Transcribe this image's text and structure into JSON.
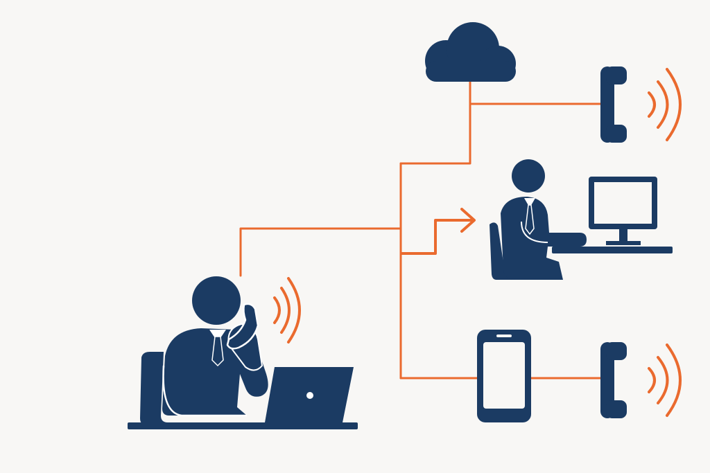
{
  "diagram": {
    "description_text": "",
    "colors": {
      "background": "#f8f7f5",
      "navy": "#1b3b63",
      "orange": "#ea6a2e",
      "white": "#ffffff"
    },
    "nodes": [
      {
        "id": "caller",
        "icon": "businessman-on-phone-at-laptop-icon"
      },
      {
        "id": "cloud",
        "icon": "cloud-icon"
      },
      {
        "id": "desk-phone-top",
        "icon": "phone-handset-ringing-icon"
      },
      {
        "id": "agent",
        "icon": "person-at-computer-icon"
      },
      {
        "id": "mobile",
        "icon": "smartphone-icon"
      },
      {
        "id": "desk-phone-bottom",
        "icon": "phone-handset-ringing-icon"
      }
    ],
    "connections": [
      {
        "from": "caller",
        "to": "hub"
      },
      {
        "from": "hub",
        "to": "cloud"
      },
      {
        "from": "cloud",
        "to": "desk-phone-top"
      },
      {
        "from": "hub",
        "to": "agent",
        "style": "arrow"
      },
      {
        "from": "hub",
        "to": "mobile"
      },
      {
        "from": "mobile",
        "to": "desk-phone-bottom"
      }
    ]
  }
}
